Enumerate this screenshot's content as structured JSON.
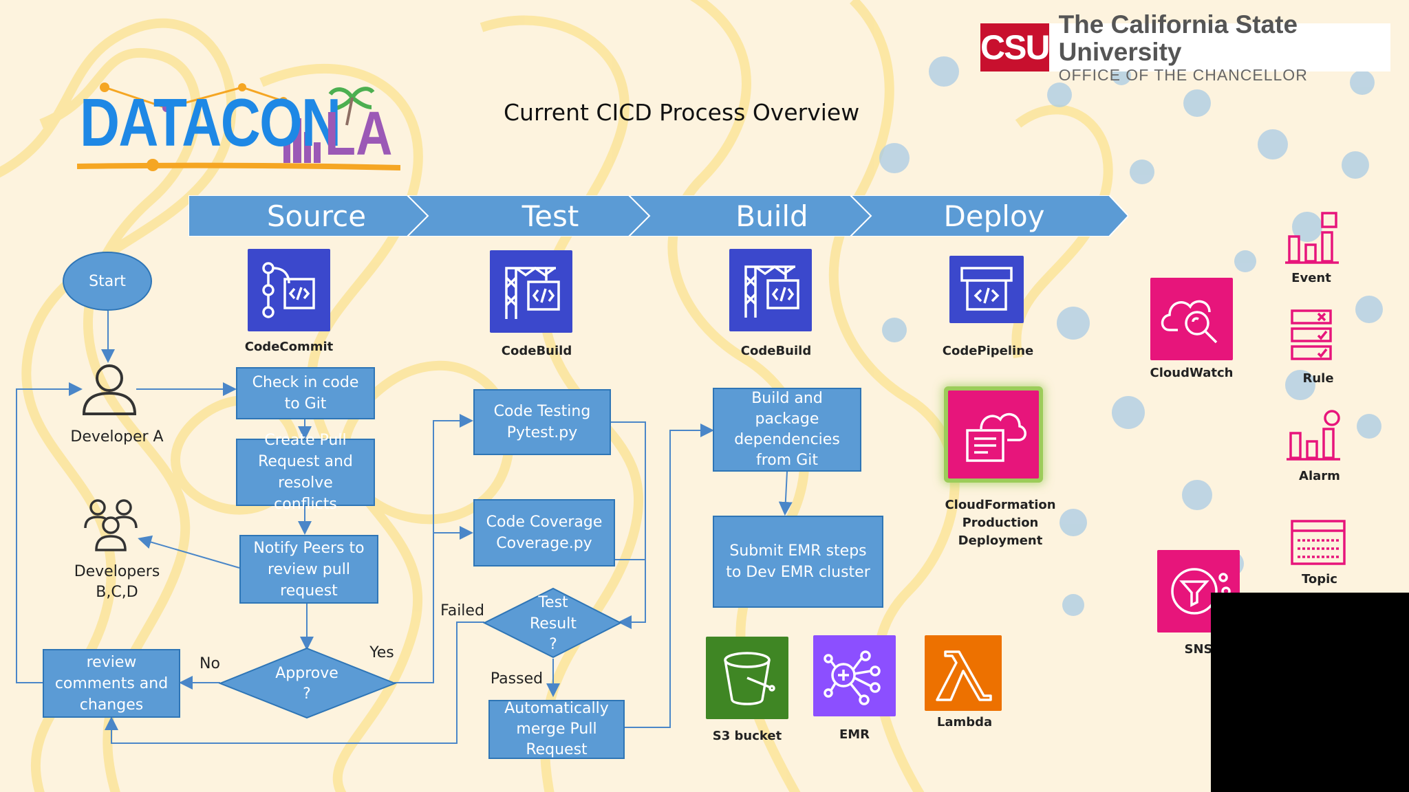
{
  "title": "Current CICD Process Overview",
  "logo_datacon": {
    "text1": "DATACON",
    "text2": "LA"
  },
  "csu_logo": {
    "badge": "CSU",
    "line1": "The California State University",
    "line2": "OFFICE OF THE CHANCELLOR"
  },
  "phases": [
    "Source",
    "Test",
    "Build",
    "Deploy"
  ],
  "nodes": {
    "start": "Start",
    "developer_a": "Developer A",
    "developers_bcd": [
      "Developers",
      "B,C,D"
    ],
    "check_in": "Check in code to Git",
    "create_pr": "Create Pull Request and resolve conflicts",
    "notify": "Notify Peers to review pull request",
    "approve": [
      "Approve",
      "?"
    ],
    "review": "review comments and changes",
    "code_testing": [
      "Code Testing",
      "Pytest.py"
    ],
    "code_coverage": [
      "Code Coverage",
      "Coverage.py"
    ],
    "test_result": [
      "Test",
      "Result",
      "?"
    ],
    "auto_merge": "Automatically merge Pull Request",
    "build_pkg": "Build and package dependencies from Git",
    "submit_emr": "Submit EMR steps to Dev EMR cluster"
  },
  "edge_labels": {
    "no": "No",
    "yes": "Yes",
    "failed": "Failed",
    "passed": "Passed"
  },
  "services": {
    "codecommit": "CodeCommit",
    "codebuild_test": "CodeBuild",
    "codebuild_build": "CodeBuild",
    "codepipeline": "CodePipeline",
    "cloudformation": [
      "CloudFormation",
      "Production",
      "Deployment"
    ],
    "s3": "S3 bucket",
    "emr": "EMR",
    "lambda": "Lambda",
    "cloudwatch": "CloudWatch",
    "sns": "SNS",
    "event": "Event",
    "rule": "Rule",
    "alarm": "Alarm",
    "topic": "Topic"
  },
  "colors": {
    "flow_fill": "#5b9bd5",
    "flow_border": "#2e75b6",
    "aws_dev": "#3b48cc",
    "aws_mgmt": "#e7157b",
    "aws_storage": "#3f8624",
    "aws_analytics": "#8c4fff",
    "aws_compute": "#ed7100"
  }
}
